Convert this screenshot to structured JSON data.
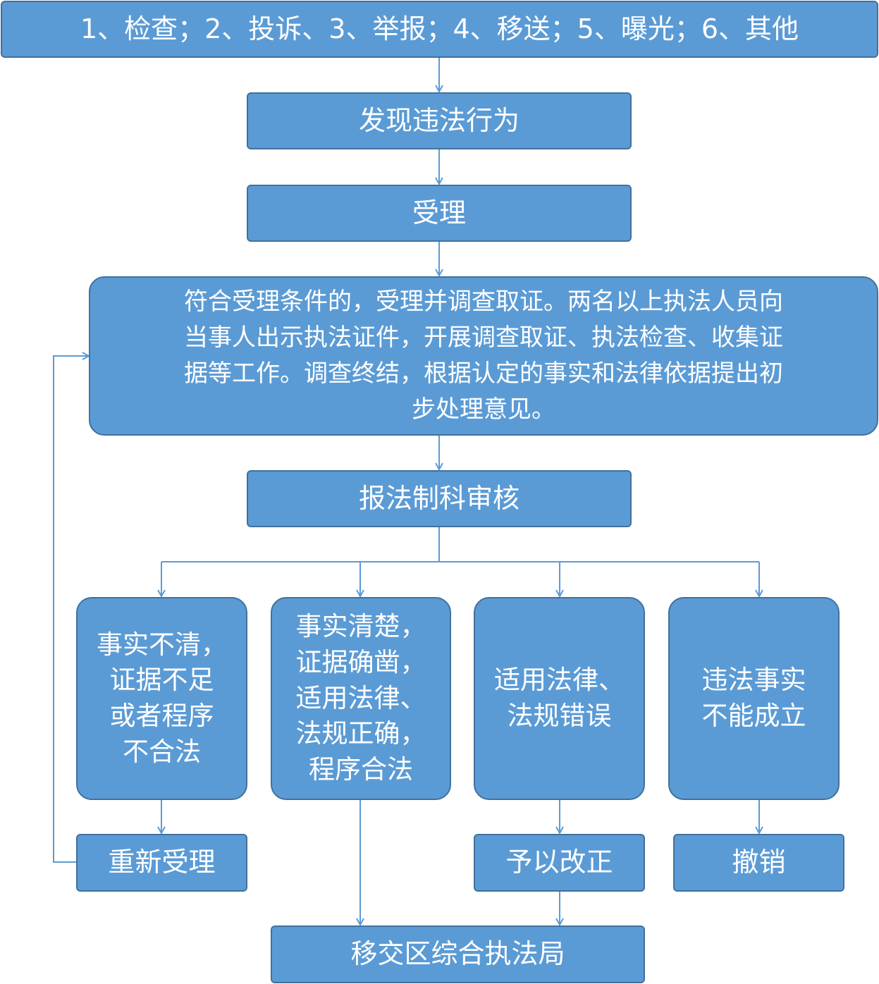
{
  "nodes": {
    "sources": "1、检查；2、投诉、3、举报；4、移送；5、曝光；6、其他",
    "discover": "发现违法行为",
    "accept": "受理",
    "investigate": "符合受理条件的，受理并调查取证。两名以上执法人员向\n当事人出示执法证件，开展调查取证、执法检查、收集证\n据等工作。调查终结，根据认定的事实和法律依据提出初\n步处理意见。",
    "review": "报法制科审核",
    "unclear": "事实不清，\n证据不足\n或者程序\n不合法",
    "clear": "事实清楚，\n证据确凿，\n适用法律、\n法规正确，\n程序合法",
    "wrong_law": "适用法律、\n法规错误",
    "not_established": "违法事实\n不能成立",
    "reaccept": "重新受理",
    "correct": "予以改正",
    "revoke": "撤销",
    "transfer": "移交区综合执法局"
  },
  "colors": {
    "fill": "#5b9bd5",
    "border": "#41719c",
    "line": "#5b9bd5",
    "text": "#ffffff"
  }
}
